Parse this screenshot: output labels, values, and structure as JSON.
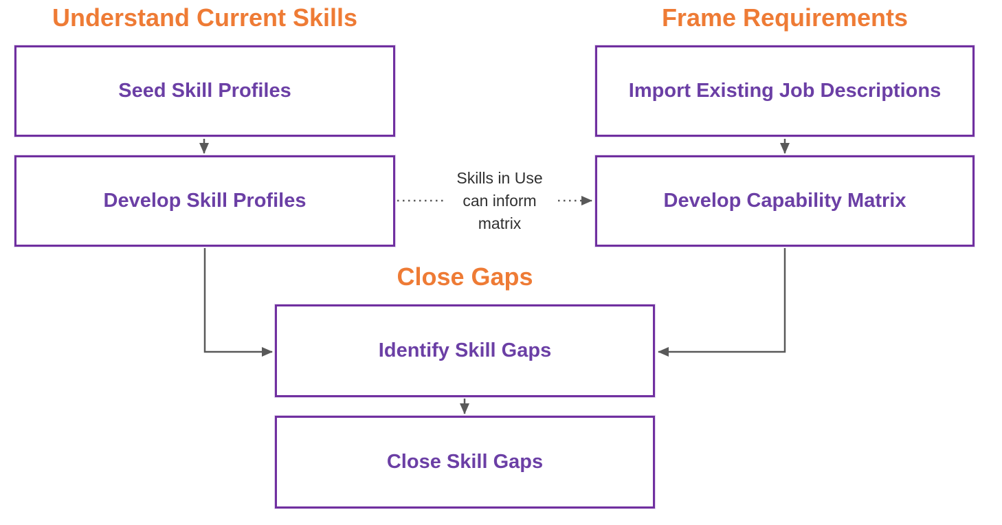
{
  "diagram": {
    "sections": {
      "understand": "Understand Current Skills",
      "frame": "Frame Requirements",
      "close": "Close Gaps"
    },
    "nodes": {
      "seed_skill_profiles": "Seed Skill Profiles",
      "develop_skill_profiles": "Develop Skill Profiles",
      "import_existing_job_descriptions": "Import Existing Job Descriptions",
      "develop_capability_matrix": "Develop Capability Matrix",
      "identify_skill_gaps": "Identify Skill Gaps",
      "close_skill_gaps": "Close Skill Gaps"
    },
    "connector_label": "Skills in Use can inform matrix",
    "edges": [
      {
        "from": "seed_skill_profiles",
        "to": "develop_skill_profiles",
        "style": "solid-arrow"
      },
      {
        "from": "import_existing_job_descriptions",
        "to": "develop_capability_matrix",
        "style": "solid-arrow"
      },
      {
        "from": "develop_skill_profiles",
        "to": "develop_capability_matrix",
        "style": "dotted-arrow",
        "label": "Skills in Use can inform matrix"
      },
      {
        "from": "develop_skill_profiles",
        "to": "identify_skill_gaps",
        "style": "solid-arrow"
      },
      {
        "from": "develop_capability_matrix",
        "to": "identify_skill_gaps",
        "style": "solid-arrow"
      },
      {
        "from": "identify_skill_gaps",
        "to": "close_skill_gaps",
        "style": "solid-arrow"
      }
    ],
    "colors": {
      "section_title": "#EE7B35",
      "node_border": "#7030A0",
      "node_text": "#6B3FA5",
      "arrow": "#595959",
      "connector_label_text": "#303030"
    }
  }
}
